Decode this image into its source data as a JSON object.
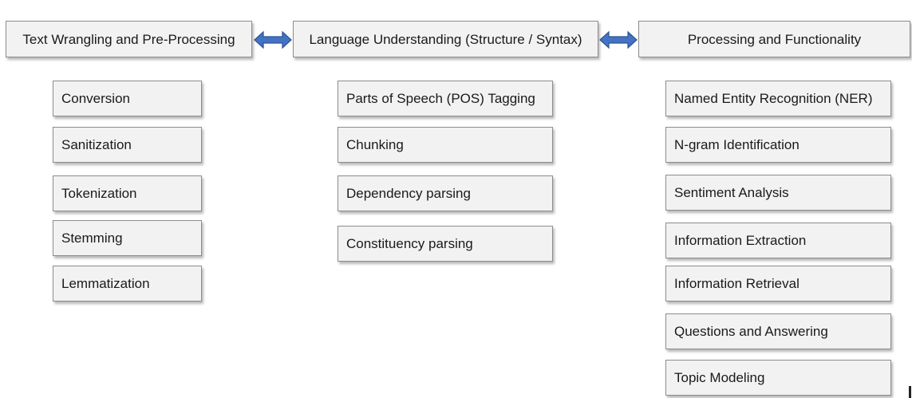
{
  "headers": {
    "left": "Text Wrangling and Pre-Processing",
    "middle": "Language Understanding (Structure / Syntax)",
    "right": "Processing and Functionality"
  },
  "columns": {
    "left": [
      "Conversion",
      "Sanitization",
      "Tokenization",
      "Stemming",
      "Lemmatization"
    ],
    "middle": [
      "Parts of Speech (POS) Tagging",
      "Chunking",
      "Dependency parsing",
      "Constituency parsing"
    ],
    "right": [
      "Named Entity Recognition (NER)",
      "N-gram Identification",
      "Sentiment Analysis",
      "Information Extraction",
      "Information Retrieval",
      "Questions and Answering",
      "Topic Modeling"
    ]
  },
  "colors": {
    "box_fill": "#f2f2f2",
    "box_border": "#8c8c8c",
    "arrow_fill": "#4472c4",
    "arrow_stroke": "#2f528f"
  }
}
